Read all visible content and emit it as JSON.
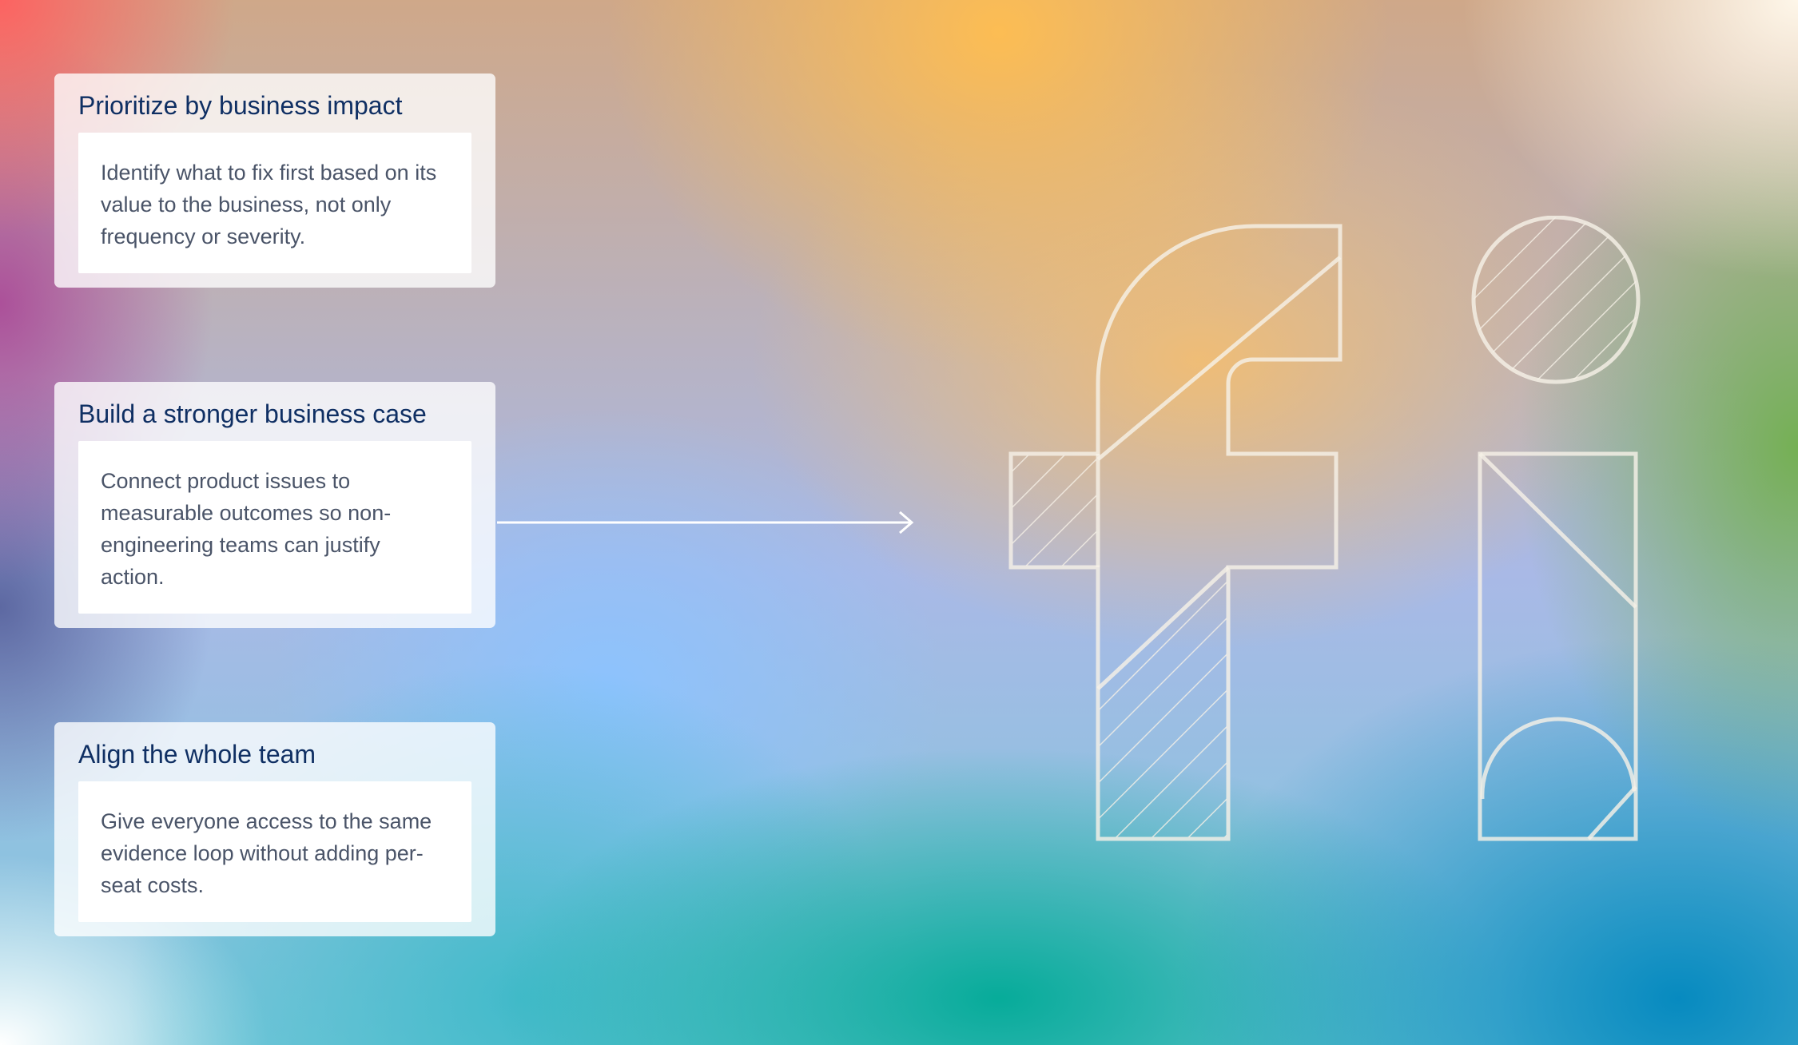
{
  "cards": [
    {
      "title": "Prioritize by business impact",
      "body": "Identify what to fix first based on its value to the business, not only frequency or severity."
    },
    {
      "title": "Build a stronger business case",
      "body": "Connect product issues to measurable outcomes so non-engineering teams can justify action."
    },
    {
      "title": "Align the whole team",
      "body": "Give everyone access to the same evidence loop without adding per-seat costs."
    }
  ],
  "logo": {
    "letters": "fi"
  },
  "icons": {
    "arrow": "arrow-right-icon",
    "logo": "fi-logo-icon"
  },
  "colors": {
    "title_text": "#0f2f63",
    "body_text": "#4a5468",
    "outline": "#f5f0e6"
  }
}
